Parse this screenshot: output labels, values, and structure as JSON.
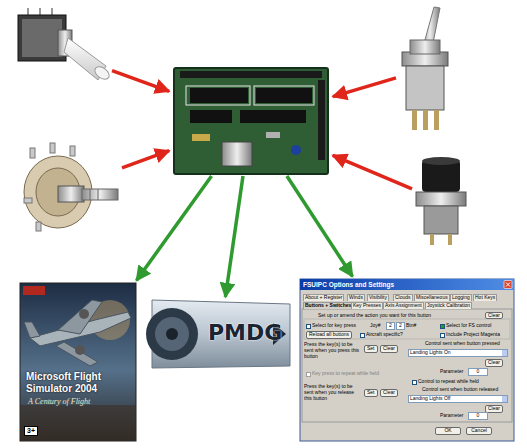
{
  "diagram": {
    "nodes": [
      {
        "text": []
      },
      {
        "text": []
      },
      {
        "text": []
      },
      {
        "text": []
      },
      {
        "text": []
      },
      {
        "text": [
          "Microsoft Flight Simulator 2004",
          "A Century of Flight",
          "3+"
        ]
      },
      {
        "text": [
          "PMDG"
        ]
      },
      {
        "text": [
          "FSUIPC Options and Settings",
          "About + Register",
          "Winds",
          "Visibility",
          "Clouds",
          "Miscellaneous",
          "Logging",
          "Hot Keys",
          "Buttons + Switches",
          "Key Presses",
          "Axis Assignment",
          "Joystick Calibration",
          "Set up or amend the action you want for this button",
          "Clear",
          "Select for key press",
          "Joy#",
          "2",
          "2",
          "Btn#",
          "Select for FS control",
          "Reload all buttons",
          "Aircraft specific?",
          "Include Project Magenta",
          "Press the key(s) to be sent when you press this button",
          "Set",
          "Clear",
          "Control sent when button pressed",
          "Landing Lights On",
          "Clear",
          "Parameter",
          "0",
          "Key press to repeat while held",
          "Control to repeat while held",
          "Press the key(s) to be sent when you release this button",
          "Set",
          "Clear",
          "Control sent when button released",
          "Landing Lights Off",
          "Clear",
          "Parameter",
          "0",
          "OK",
          "Cancel"
        ]
      }
    ],
    "edges": [
      {
        "from": 0,
        "to": 2,
        "arrow": "to"
      },
      {
        "from": 1,
        "to": 2,
        "arrow": "to"
      },
      {
        "from": 3,
        "to": 2,
        "arrow": "to"
      },
      {
        "from": 4,
        "to": 2,
        "arrow": "to"
      },
      {
        "from": 2,
        "to": 5,
        "arrow": "to"
      },
      {
        "from": 2,
        "to": 6,
        "arrow": "to"
      },
      {
        "from": 2,
        "to": 7,
        "arrow": "to"
      }
    ]
  }
}
